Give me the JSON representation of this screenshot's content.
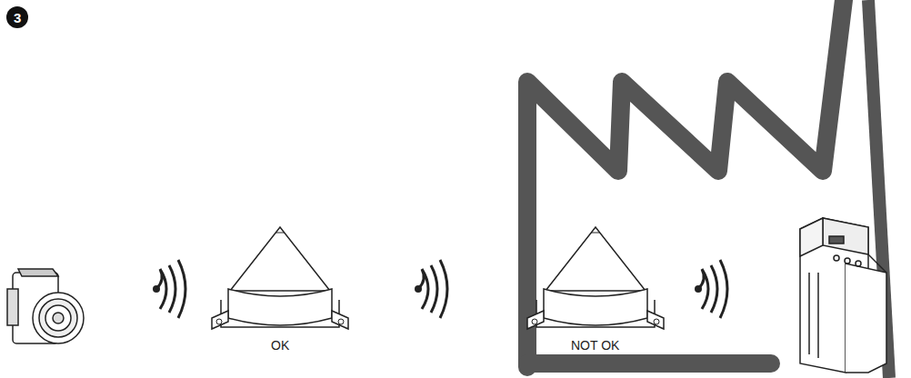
{
  "diagram": {
    "labels": [
      "3",
      "OK",
      "NOT OK"
    ]
  }
}
